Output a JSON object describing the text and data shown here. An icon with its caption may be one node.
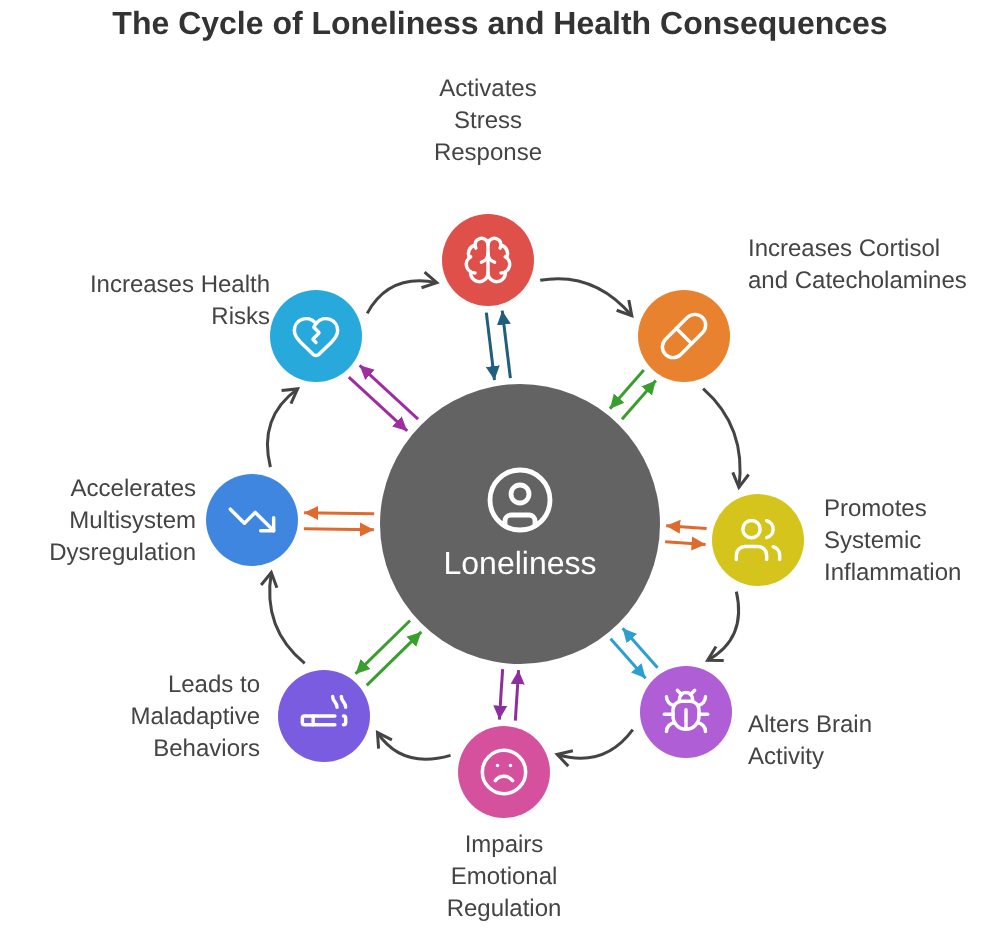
{
  "diagram": {
    "title": "The Cycle of Loneliness and Health Consequences",
    "nodes": [
      {
        "text": [
          "Loneliness"
        ]
      },
      {
        "text": [],
        "shape": "circle",
        "beside": [
          "Activates Stress Response"
        ]
      },
      {
        "text": [],
        "shape": "circle",
        "beside": [
          "Increases Cortisol and Catecholamines"
        ]
      },
      {
        "text": [],
        "shape": "circle",
        "beside": [
          "Promotes Systemic Inflammation"
        ]
      },
      {
        "text": [],
        "shape": "circle",
        "beside": [
          "Alters Brain Activity"
        ]
      },
      {
        "text": [],
        "shape": "circle",
        "beside": [
          "Impairs Emotional Regulation"
        ]
      },
      {
        "text": [],
        "shape": "circle",
        "beside": [
          "Leads to Maladaptive Behaviors"
        ]
      },
      {
        "text": [],
        "shape": "circle",
        "beside": [
          "Accelerates Multisystem Dysregulation"
        ]
      },
      {
        "text": [],
        "shape": "circle",
        "beside": [
          "Increases Health Risks"
        ]
      }
    ],
    "edges": [
      {
        "from": 1,
        "to": 2,
        "arrow": "to"
      },
      {
        "from": 2,
        "to": 3,
        "arrow": "to"
      },
      {
        "from": 3,
        "to": 4,
        "arrow": "to"
      },
      {
        "from": 4,
        "to": 5,
        "arrow": "to"
      },
      {
        "from": 5,
        "to": 6,
        "arrow": "to"
      },
      {
        "from": 6,
        "to": 7,
        "arrow": "to"
      },
      {
        "from": 7,
        "to": 8,
        "arrow": "to"
      },
      {
        "from": 8,
        "to": 1,
        "arrow": "to"
      },
      {
        "from": 0,
        "to": 1,
        "arrow": "to",
        "color": "#1f5e7e"
      },
      {
        "from": 1,
        "to": 0,
        "arrow": "to",
        "color": "#1f5e7e"
      },
      {
        "from": 0,
        "to": 2,
        "arrow": "to",
        "color": "#3a9e2e"
      },
      {
        "from": 2,
        "to": 0,
        "arrow": "to",
        "color": "#3a9e2e"
      },
      {
        "from": 0,
        "to": 3,
        "arrow": "to",
        "color": "#e06a2e"
      },
      {
        "from": 3,
        "to": 0,
        "arrow": "to",
        "color": "#e06a2e"
      },
      {
        "from": 0,
        "to": 4,
        "arrow": "to",
        "color": "#2b9fd0"
      },
      {
        "from": 4,
        "to": 0,
        "arrow": "to",
        "color": "#2b9fd0"
      },
      {
        "from": 0,
        "to": 5,
        "arrow": "to",
        "color": "#8e2e9e"
      },
      {
        "from": 5,
        "to": 0,
        "arrow": "to",
        "color": "#8e2e9e"
      },
      {
        "from": 0,
        "to": 6,
        "arrow": "to",
        "color": "#3a9e2e"
      },
      {
        "from": 6,
        "to": 0,
        "arrow": "to",
        "color": "#3a9e2e"
      },
      {
        "from": 0,
        "to": 7,
        "arrow": "to",
        "color": "#e06a2e"
      },
      {
        "from": 7,
        "to": 0,
        "arrow": "to",
        "color": "#e06a2e"
      },
      {
        "from": 0,
        "to": 8,
        "arrow": "to",
        "color": "#9e2ea0"
      },
      {
        "from": 8,
        "to": 0,
        "arrow": "to",
        "color": "#9e2ea0"
      }
    ]
  }
}
